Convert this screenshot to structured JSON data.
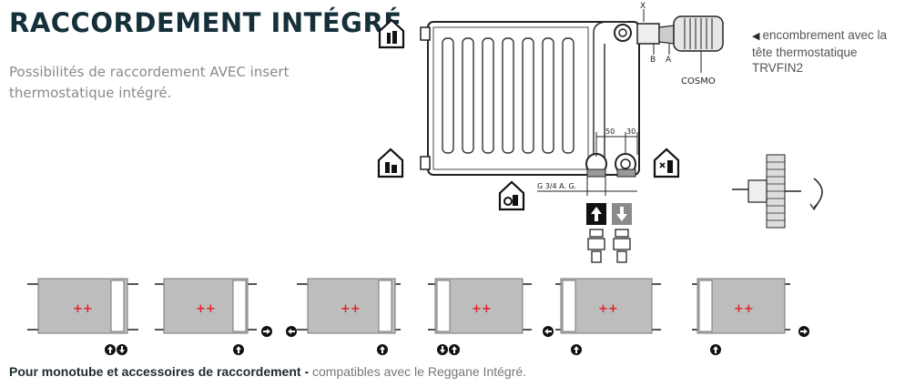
{
  "title": "RACCORDEMENT INTÉGRÉ",
  "subtitle": "Possibilités de raccordement AVEC insert thermostatique intégré.",
  "side_note": "encombrement avec la tête thermostatique TRVFIN2",
  "diagram": {
    "label_x": "X",
    "label_b": "B",
    "label_a": "A",
    "label_cosmo": "COSMO",
    "dim_50": "50",
    "dim_30": "30",
    "thread_label": "G 3/4 A. G."
  },
  "footer": {
    "bold": "Pour monotube et accessoires de raccordement -",
    "rest": " compatibles avec le Reggane Intégré."
  },
  "colors": {
    "title": "#16303a",
    "subtitle": "#8a8a8a",
    "radiator_fill": "#bdbdbd",
    "heat_mark": "#e0242c"
  },
  "icons": [
    "house-valve-icon",
    "house-tools-icon",
    "house-x-valve-icon",
    "house-gear-icon",
    "flow-up-icon",
    "flow-down-icon"
  ]
}
